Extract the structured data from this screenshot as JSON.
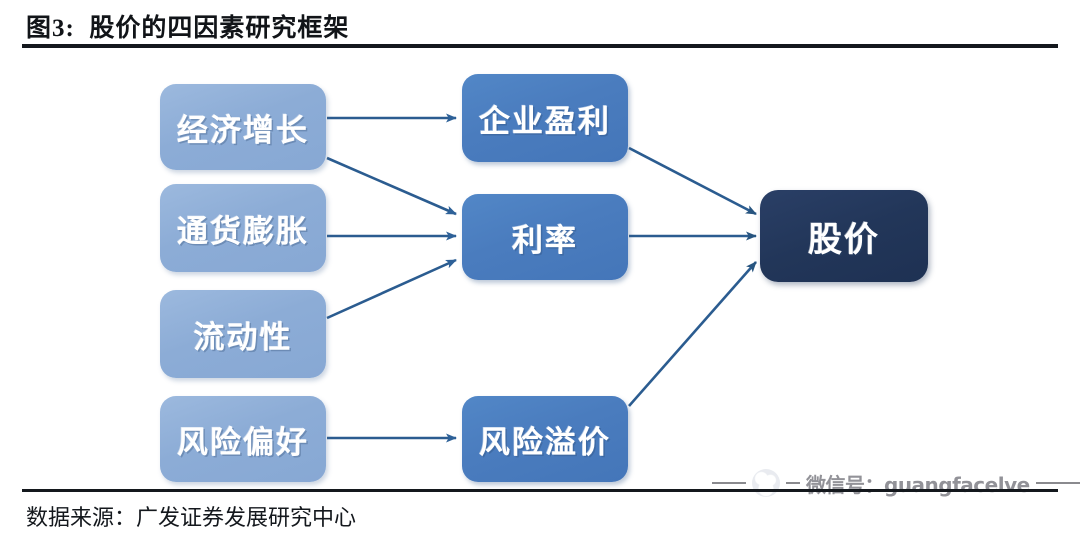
{
  "figure": {
    "title": "图3:  股价的四因素研究框架",
    "source_note": "数据来源：广发证券发展研究中心"
  },
  "colors": {
    "driver_box": "#8cacd6",
    "factor_box": "#4a7cbe",
    "outcome_box": "#223659",
    "arrow": "#2e5f93",
    "rule": "#14181d",
    "background": "#ffffff"
  },
  "nodes": {
    "drivers": [
      {
        "id": "economic-growth",
        "label": "经济增长"
      },
      {
        "id": "inflation",
        "label": "通货膨胀"
      },
      {
        "id": "liquidity",
        "label": "流动性"
      },
      {
        "id": "risk-appetite",
        "label": "风险偏好"
      }
    ],
    "factors": [
      {
        "id": "corporate-earnings",
        "label": "企业盈利"
      },
      {
        "id": "interest-rate",
        "label": "利率"
      },
      {
        "id": "risk-premium",
        "label": "风险溢价"
      }
    ],
    "outcome": {
      "id": "stock-price",
      "label": "股价"
    }
  },
  "chart_data": {
    "type": "diagram",
    "title": "图3:  股价的四因素研究框架",
    "layout": "left-to-right flow, 3 columns",
    "columns": [
      {
        "name": "drivers",
        "nodes": [
          "经济增长",
          "通货膨胀",
          "流动性",
          "风险偏好"
        ]
      },
      {
        "name": "factors",
        "nodes": [
          "企业盈利",
          "利率",
          "风险溢价"
        ]
      },
      {
        "name": "outcome",
        "nodes": [
          "股价"
        ]
      }
    ],
    "edges": [
      {
        "from": "经济增长",
        "to": "企业盈利",
        "style": "straight"
      },
      {
        "from": "经济增长",
        "to": "利率",
        "style": "diagonal-down"
      },
      {
        "from": "通货膨胀",
        "to": "利率",
        "style": "straight"
      },
      {
        "from": "流动性",
        "to": "利率",
        "style": "diagonal-up"
      },
      {
        "from": "风险偏好",
        "to": "风险溢价",
        "style": "straight"
      },
      {
        "from": "企业盈利",
        "to": "股价",
        "style": "diagonal-down"
      },
      {
        "from": "利率",
        "to": "股价",
        "style": "straight"
      },
      {
        "from": "风险溢价",
        "to": "股价",
        "style": "diagonal-up"
      }
    ]
  },
  "watermark": {
    "text": "微信号：guangfacelve"
  }
}
